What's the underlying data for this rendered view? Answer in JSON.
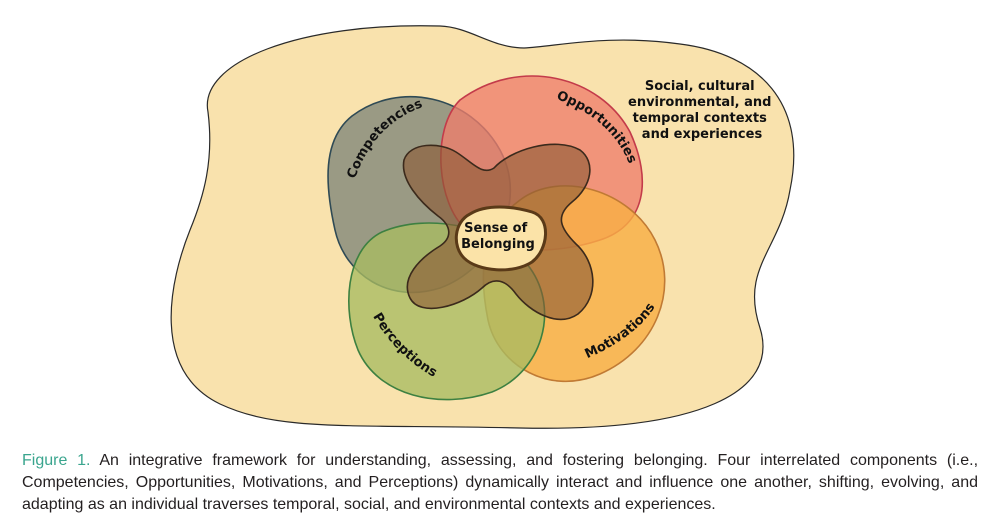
{
  "diagram": {
    "context_label_lines": [
      "Social, cultural",
      "environmental, and",
      "temporal contexts",
      "and experiences"
    ],
    "components": [
      {
        "key": "competencies",
        "label": "Competencies",
        "color": "#7f8579"
      },
      {
        "key": "opportunities",
        "label": "Opportunities",
        "color": "#ee7e6c"
      },
      {
        "key": "motivations",
        "label": "Motivations",
        "color": "#f8ae45"
      },
      {
        "key": "perceptions",
        "label": "Perceptions",
        "color": "#a8bb62"
      }
    ],
    "center_label_lines": [
      "Sense of",
      "Belonging"
    ],
    "background_color": "#f9e2ad",
    "inner_flower_color": "#8c5a36"
  },
  "caption": {
    "figure_label": "Figure 1.",
    "text": " An integrative framework for understanding, assessing, and fostering belonging. Four interrelated components (i.e., Competencies, Opportunities, Motivations, and Perceptions) dynamically interact and influence one another, shifting, evolving, and adapting as an individual traverses temporal, social, and environmental contexts and experiences."
  }
}
